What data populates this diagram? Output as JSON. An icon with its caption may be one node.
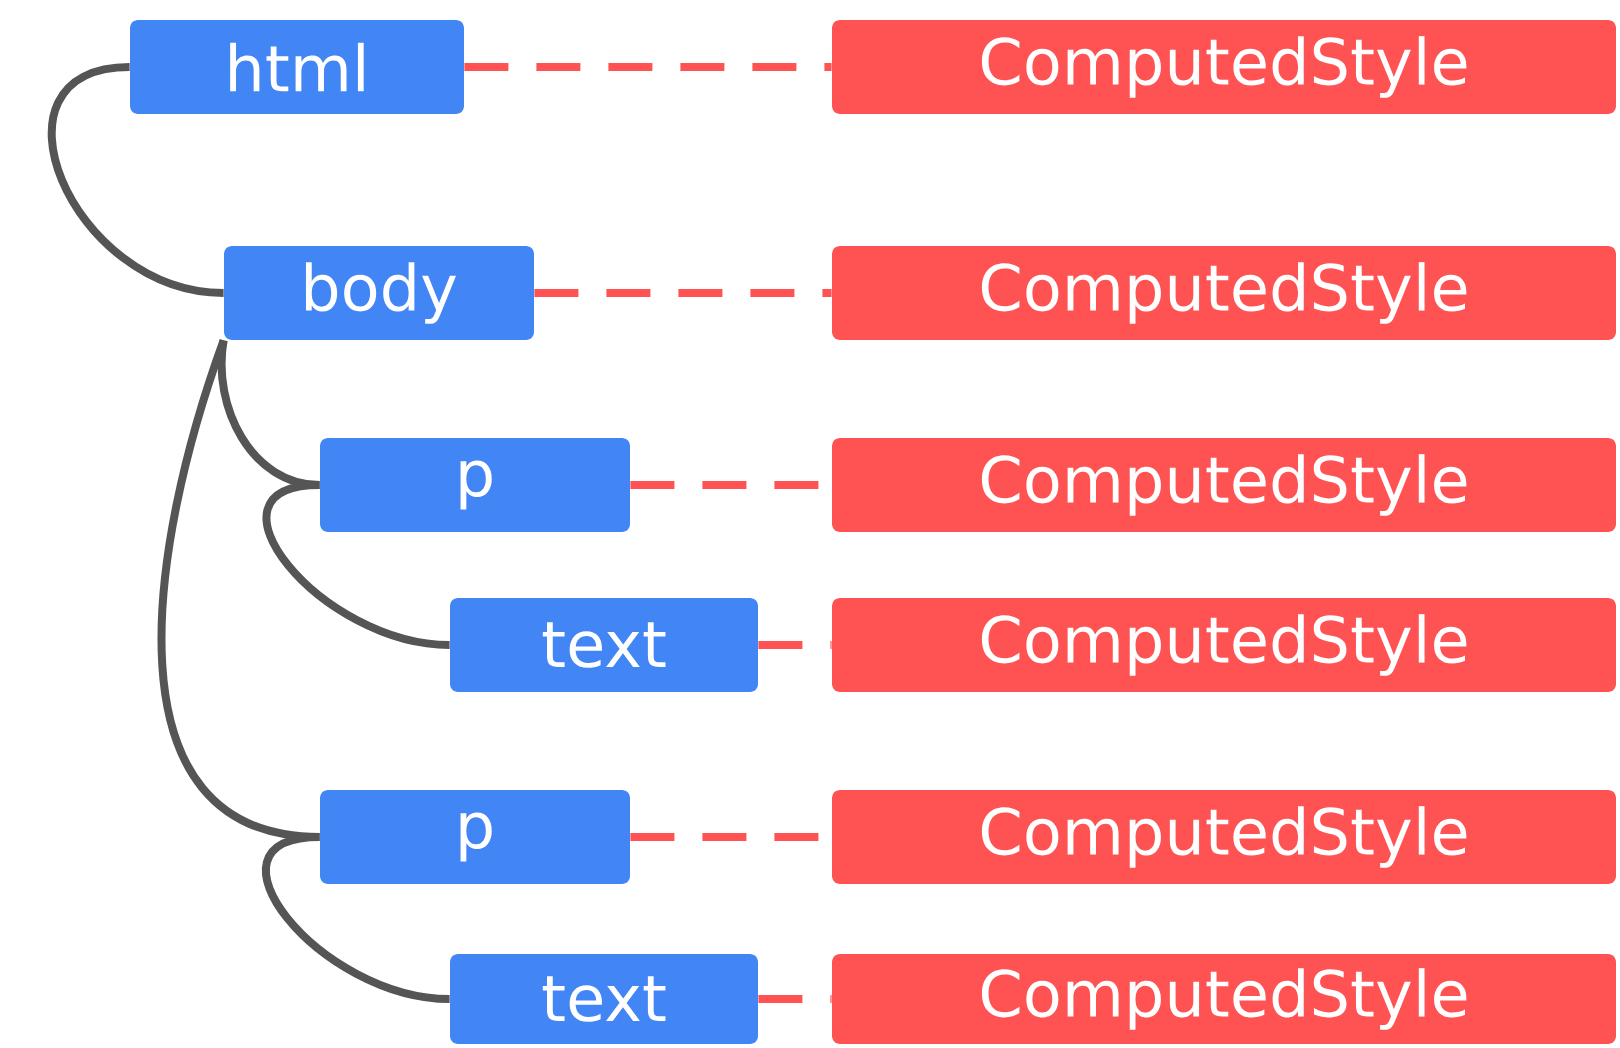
{
  "diagram": {
    "nodes": [
      {
        "text": [
          "html"
        ]
      },
      {
        "text": [
          "ComputedStyle"
        ]
      },
      {
        "text": [
          "body"
        ]
      },
      {
        "text": [
          "ComputedStyle"
        ]
      },
      {
        "text": [
          "p"
        ]
      },
      {
        "text": [
          "ComputedStyle"
        ]
      },
      {
        "text": [
          "text"
        ]
      },
      {
        "text": [
          "ComputedStyle"
        ]
      },
      {
        "text": [
          "p"
        ]
      },
      {
        "text": [
          "ComputedStyle"
        ]
      },
      {
        "text": [
          "text"
        ]
      },
      {
        "text": [
          "ComputedStyle"
        ]
      }
    ],
    "edges": [
      {
        "from": 0,
        "to": 2,
        "arrow": "none",
        "color": "#555555"
      },
      {
        "from": 2,
        "to": 4,
        "arrow": "none",
        "color": "#555555"
      },
      {
        "from": 4,
        "to": 6,
        "arrow": "none",
        "color": "#555555"
      },
      {
        "from": 2,
        "to": 8,
        "arrow": "none",
        "color": "#555555"
      },
      {
        "from": 8,
        "to": 10,
        "arrow": "none",
        "color": "#555555"
      },
      {
        "from": 0,
        "to": 1,
        "arrow": "none",
        "style": "dashed",
        "color": "#ff5252"
      },
      {
        "from": 2,
        "to": 3,
        "arrow": "none",
        "style": "dashed",
        "color": "#ff5252"
      },
      {
        "from": 4,
        "to": 5,
        "arrow": "none",
        "style": "dashed",
        "color": "#ff5252"
      },
      {
        "from": 6,
        "to": 7,
        "arrow": "none",
        "style": "dashed",
        "color": "#ff5252"
      },
      {
        "from": 8,
        "to": 9,
        "arrow": "none",
        "style": "dashed",
        "color": "#ff5252"
      },
      {
        "from": 10,
        "to": 11,
        "arrow": "none",
        "style": "dashed",
        "color": "#ff5252"
      }
    ]
  }
}
